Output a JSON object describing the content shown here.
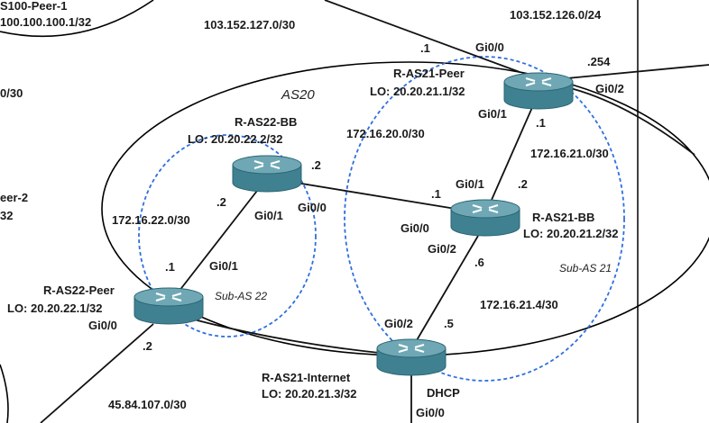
{
  "as_label": "AS20",
  "sub_as": [
    "Sub-AS 22",
    "Sub-AS 21"
  ],
  "routers": {
    "r_as21_peer": {
      "name": "R-AS21-Peer",
      "loopback": "LO: 20.20.21.1/32"
    },
    "r_as22_bb": {
      "name": "R-AS22-BB",
      "loopback": "LO: 20.20.22.2/32"
    },
    "r_as21_bb": {
      "name": "R-AS21-BB",
      "loopback": "LO: 20.20.21.2/32"
    },
    "r_as22_peer": {
      "name": "R-AS22-Peer",
      "loopback": "LO: 20.20.22.1/32"
    },
    "r_as21_internet": {
      "name": "R-AS21-Internet",
      "loopback": "LO: 20.20.21.3/32"
    }
  },
  "edge_labels": {
    "as100_peer1_name": "S100-Peer-1",
    "as100_peer1_lo": "100.100.100.1/32",
    "left_subnet_fragment": "0/30",
    "peer2_fragment": "eer-2",
    "peer2_lo_fragment": "32"
  },
  "subnets": {
    "s_127": "103.152.127.0/30",
    "s_126": "103.152.126.0/24",
    "s_20": "172.16.20.0/30",
    "s_21_0": "172.16.21.0/30",
    "s_22": "172.16.22.0/30",
    "s_21_4": "172.16.21.4/30",
    "s_45": "45.84.107.0/30"
  },
  "interfaces": {
    "peer_gi00": "Gi0/0",
    "peer_gi02": "Gi0/2",
    "peer_gi01": "Gi0/1",
    "peer_dot1": ".1",
    "peer_dot254": ".254",
    "peer_dot1b": ".1",
    "bb22_dot2": ".2",
    "bb22_dot2b": ".2",
    "bb22_gi01": "Gi0/1",
    "bb22_gi00": "Gi0/0",
    "bb21_gi01": "Gi0/1",
    "bb21_dot2": ".2",
    "bb21_dot1": ".1",
    "bb21_gi00": "Gi0/0",
    "bb21_gi02": "Gi0/2",
    "bb21_dot6": ".6",
    "p22_dot1": ".1",
    "p22_gi01": "Gi0/1",
    "p22_gi00": "Gi0/0",
    "p22_dot2": ".2",
    "inet_gi02": "Gi0/2",
    "inet_dot5": ".5",
    "inet_dhcp": "DHCP",
    "inet_gi00": "Gi0/0"
  },
  "colors": {
    "router_top": "#6fa8b4",
    "router_body": "#3f8191",
    "router_dark": "#2b6472",
    "dashed_circle": "#2f6fe0",
    "line": "#111111"
  }
}
